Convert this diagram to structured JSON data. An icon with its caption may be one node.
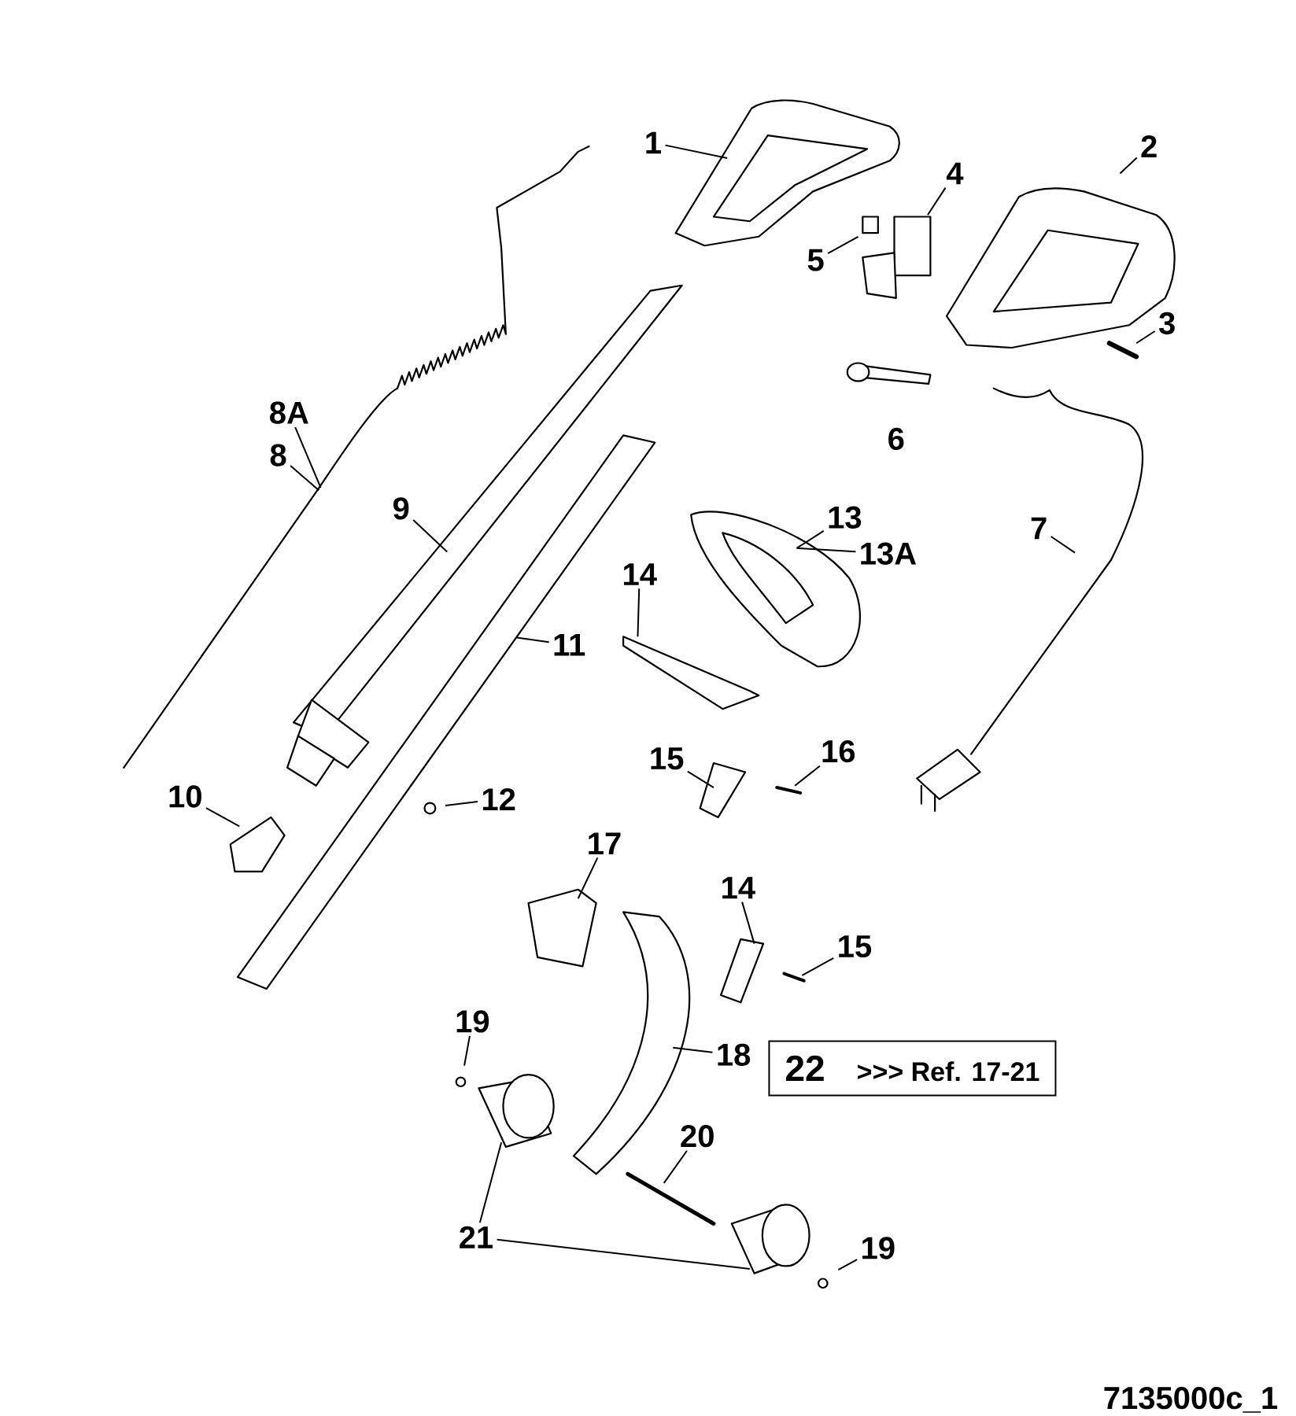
{
  "diagram": {
    "nodes": [
      {
        "text": [
          "1"
        ]
      },
      {
        "text": [
          "2"
        ]
      },
      {
        "text": [
          "4"
        ]
      },
      {
        "text": [
          "5"
        ]
      },
      {
        "text": [
          "3"
        ]
      },
      {
        "text": [
          "8A"
        ]
      },
      {
        "text": [
          "8"
        ]
      },
      {
        "text": [
          "9"
        ]
      },
      {
        "text": [
          "13"
        ]
      },
      {
        "text": [
          "7"
        ]
      },
      {
        "text": [
          "13A"
        ]
      },
      {
        "text": [
          "14"
        ]
      },
      {
        "text": [
          "11"
        ]
      },
      {
        "text": [
          "16"
        ]
      },
      {
        "text": [
          "15"
        ]
      },
      {
        "text": [
          "10"
        ]
      },
      {
        "text": [
          "12"
        ]
      },
      {
        "text": [
          "17"
        ]
      },
      {
        "text": [
          "14"
        ]
      },
      {
        "text": [
          "15"
        ]
      },
      {
        "text": [
          "19"
        ]
      },
      {
        "text": [
          "18"
        ]
      },
      {
        "text": [
          "22",
          ">>>  Ref. 17-21"
        ]
      },
      {
        "text": [
          "20"
        ]
      },
      {
        "text": [
          "21"
        ]
      },
      {
        "text": [
          "19"
        ]
      }
    ],
    "edges": [
      {
        "from": 0,
        "to": null,
        "arrow": "none"
      },
      {
        "from": 1,
        "to": null,
        "arrow": "none"
      },
      {
        "from": 2,
        "to": null,
        "arrow": "none"
      },
      {
        "from": 3,
        "to": null,
        "arrow": "none"
      },
      {
        "from": 4,
        "to": null,
        "arrow": "none"
      },
      {
        "from": 5,
        "to": null,
        "arrow": "none"
      },
      {
        "from": 6,
        "to": null,
        "arrow": "none"
      },
      {
        "from": 7,
        "to": null,
        "arrow": "none"
      },
      {
        "from": 8,
        "to": null,
        "arrow": "none"
      },
      {
        "from": 9,
        "to": null,
        "arrow": "none"
      },
      {
        "from": 10,
        "to": null,
        "arrow": "none"
      },
      {
        "from": 11,
        "to": null,
        "arrow": "none"
      },
      {
        "from": 12,
        "to": null,
        "arrow": "none"
      },
      {
        "from": 13,
        "to": null,
        "arrow": "none"
      },
      {
        "from": 14,
        "to": null,
        "arrow": "none"
      },
      {
        "from": 15,
        "to": null,
        "arrow": "none"
      },
      {
        "from": 16,
        "to": null,
        "arrow": "none"
      },
      {
        "from": 17,
        "to": null,
        "arrow": "none"
      },
      {
        "from": 18,
        "to": null,
        "arrow": "none"
      },
      {
        "from": 19,
        "to": null,
        "arrow": "none"
      },
      {
        "from": 20,
        "to": null,
        "arrow": "none"
      },
      {
        "from": 21,
        "to": null,
        "arrow": "none"
      },
      {
        "from": 23,
        "to": null,
        "arrow": "none"
      },
      {
        "from": 24,
        "to": null,
        "arrow": "none"
      },
      {
        "from": 24,
        "to": null,
        "arrow": "none"
      },
      {
        "from": 25,
        "to": null,
        "arrow": "none"
      }
    ],
    "labels": [
      "6",
      "7135000c_1"
    ]
  }
}
